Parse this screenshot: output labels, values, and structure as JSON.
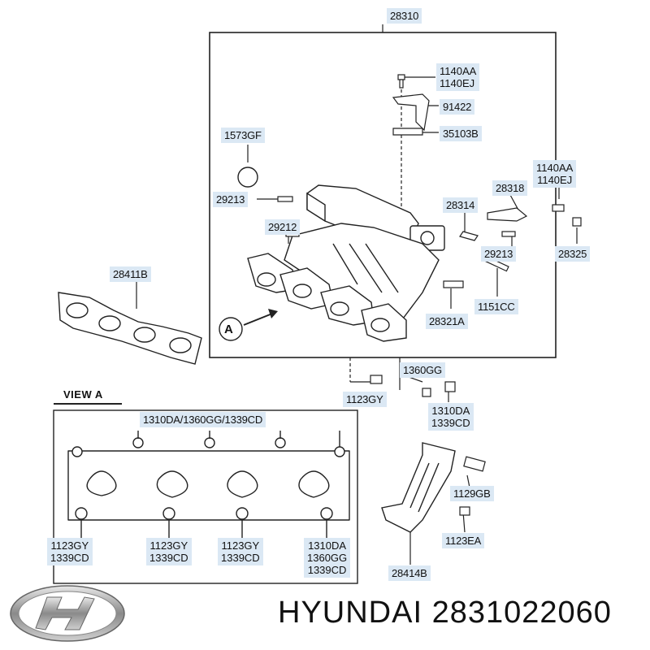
{
  "labels": {
    "main_assembly": "28310",
    "bolt_top_a": "1140AA",
    "bolt_top_b": "1140EJ",
    "bracket_top": "91422",
    "sensor": "35103B",
    "cap": "1573GF",
    "bolt_right_a": "1140AA",
    "bolt_right_b": "1140EJ",
    "stud_left": "29213",
    "hose_pipe": "28318",
    "gasket_small": "28314",
    "stud_mid": "29212",
    "stud_right": "29213",
    "fitting_right": "28325",
    "gasket_left": "28411B",
    "stud_flange": "28321A",
    "bolt_flange": "1151CC",
    "arrow_label": "A",
    "nut_a": "1360GG",
    "bolt_bottom": "1123GY",
    "washer_nut_a": "1310DA",
    "washer_nut_b": "1339CD",
    "view_title": "VIEW  A",
    "view_top": "1310DA/1360GG/1339CD",
    "view_b1a": "1123GY",
    "view_b1b": "1339CD",
    "view_b2a": "1123GY",
    "view_b2b": "1339CD",
    "view_b3a": "1123GY",
    "view_b3b": "1339CD",
    "view_b4a": "1310DA",
    "view_b4b": "1360GG",
    "view_b4c": "1339CD",
    "stay_bolt_a": "1129GB",
    "stay_bolt_b": "1123EA",
    "stay": "28414B"
  },
  "brand": {
    "text": "HYUNDAI 2831022060",
    "logo": "hyundai-logo"
  },
  "colors": {
    "label_bg": "#dbe8f4",
    "line": "#222222"
  }
}
